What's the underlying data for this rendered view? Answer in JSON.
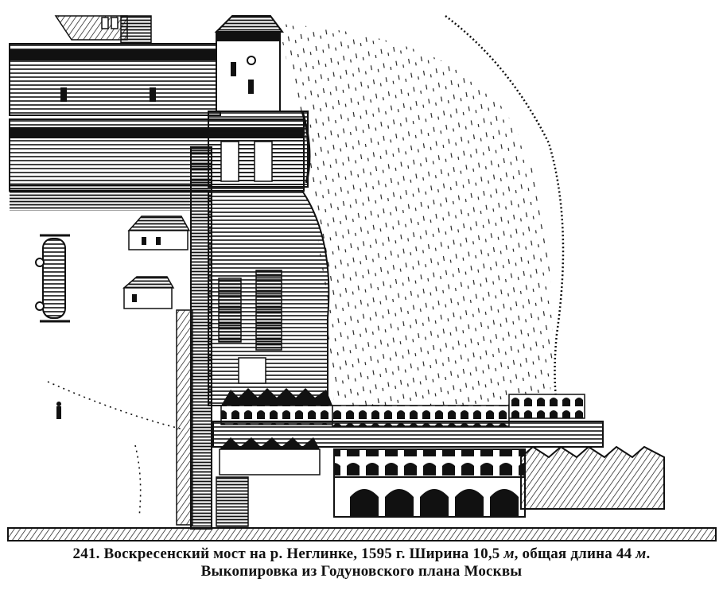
{
  "figure": {
    "description_icon": "engraving-illustration"
  },
  "caption": {
    "line1_prefix": "241. Воскресенский мост на р. Неглинке, 1595 г. Ширина 10,5 ",
    "unit_m_1": "м",
    "line1_middle": ", общая длина 44 ",
    "unit_m_2": "м",
    "line1_end": ".",
    "line2": "Выкопировка из Годуновского плана Москвы"
  }
}
